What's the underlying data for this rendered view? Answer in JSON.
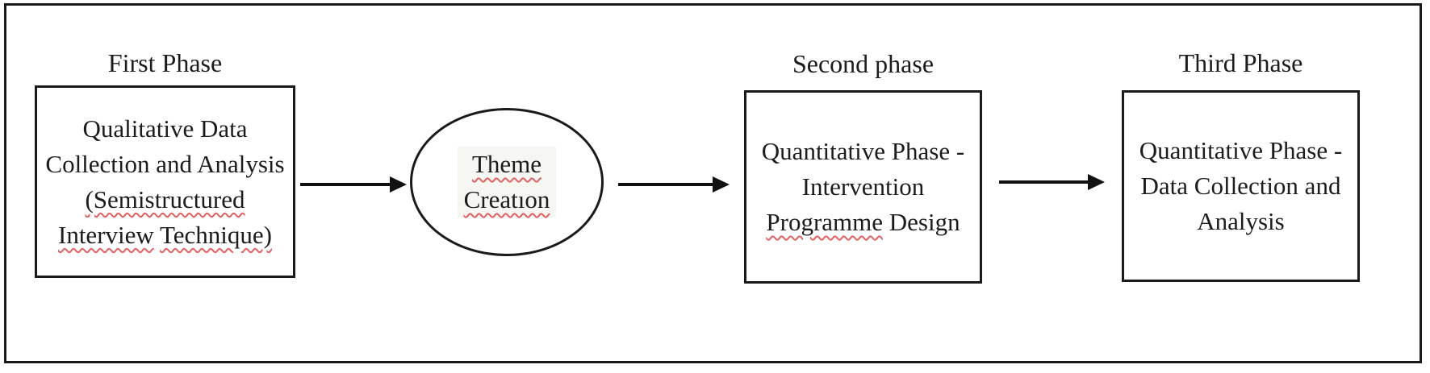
{
  "diagram": {
    "title": "Mixed-methods research phases flow diagram",
    "labels": {
      "first": "First Phase",
      "second": "Second phase",
      "third": "Third Phase"
    },
    "nodes": {
      "box1": {
        "full_text": "Qualitative Data Collection and Analysis (Semistructured Interview Technique)",
        "lines": [
          [
            {
              "t": "Qualitative Data"
            }
          ],
          [
            {
              "t": "Collection and Analysis"
            }
          ],
          [
            {
              "t": "(Semistructured",
              "sq": true
            }
          ],
          [
            {
              "t": "Interview",
              "sq": true
            },
            {
              "t": " "
            },
            {
              "t": "Technique)",
              "sq": true
            }
          ]
        ]
      },
      "ellipse": {
        "full_text": "Theme Creatıon",
        "lines": [
          [
            {
              "t": "Theme",
              "sq": true
            }
          ],
          [
            {
              "t": "Creatıon",
              "sq": true
            }
          ]
        ]
      },
      "box2": {
        "full_text": "Quantitative Phase - Intervention Programme Design",
        "lines": [
          [
            {
              "t": "Quantitative Phase -"
            }
          ],
          [
            {
              "t": "Intervention"
            }
          ],
          [
            {
              "t": "Programme",
              "sq": true
            },
            {
              "t": " "
            },
            {
              "t": "Design"
            }
          ]
        ]
      },
      "box3": {
        "full_text": "Quantitative Phase - Data Collection and Analysis",
        "lines": [
          [
            {
              "t": "Quantitative Phase -"
            }
          ],
          [
            {
              "t": "Data Collection and"
            }
          ],
          [
            {
              "t": "Analysis"
            }
          ]
        ]
      }
    },
    "colors": {
      "background": "#ffffff",
      "border": "#1a1a1a",
      "text": "#1c1c1c",
      "arrow": "#111111",
      "squiggle": "#e06262"
    }
  }
}
